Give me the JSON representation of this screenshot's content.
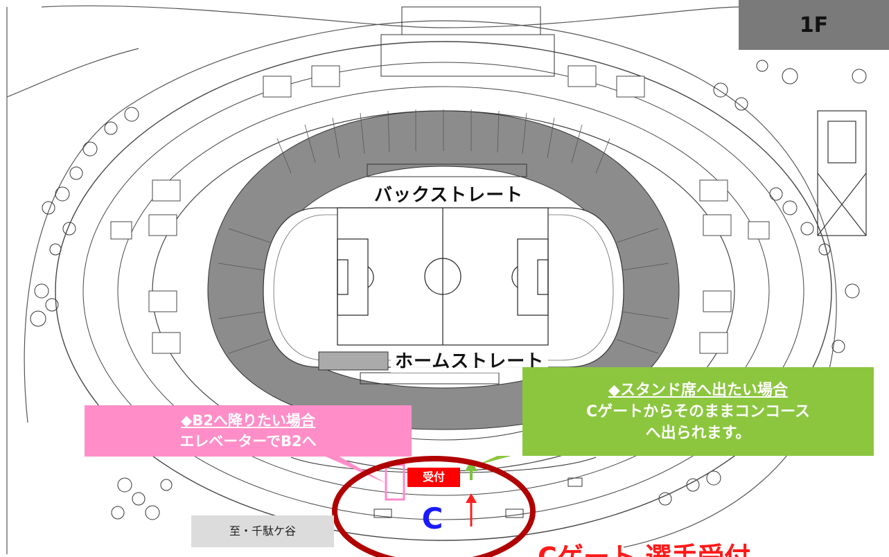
{
  "floor": "1F",
  "track": {
    "back_straight": "バックストレート",
    "home_straight": "ホームストレート"
  },
  "callout_b2": {
    "line1": "◆B2へ降りたい場合",
    "line2": "エレベーターでB2へ",
    "color": "#ff8ec8"
  },
  "callout_stand": {
    "line1": "◆スタンド席へ出たい場合",
    "line2": "Cゲートからそのままコンコース",
    "line3": "へ出られます。",
    "color": "#8cc63f"
  },
  "reception_label": "受付",
  "gate_label": "C",
  "direction_label": "至・千駄ケ谷",
  "bottom_caption": "Cゲート 選手受付",
  "colors": {
    "gate_ellipse": "#b00000",
    "up_arrow_red": "#ff2020",
    "up_arrow_green": "#7dc242",
    "elevator_marker": "#ff88cc"
  },
  "icons": [
    "up-arrow-icon",
    "elevator-marker-icon"
  ]
}
